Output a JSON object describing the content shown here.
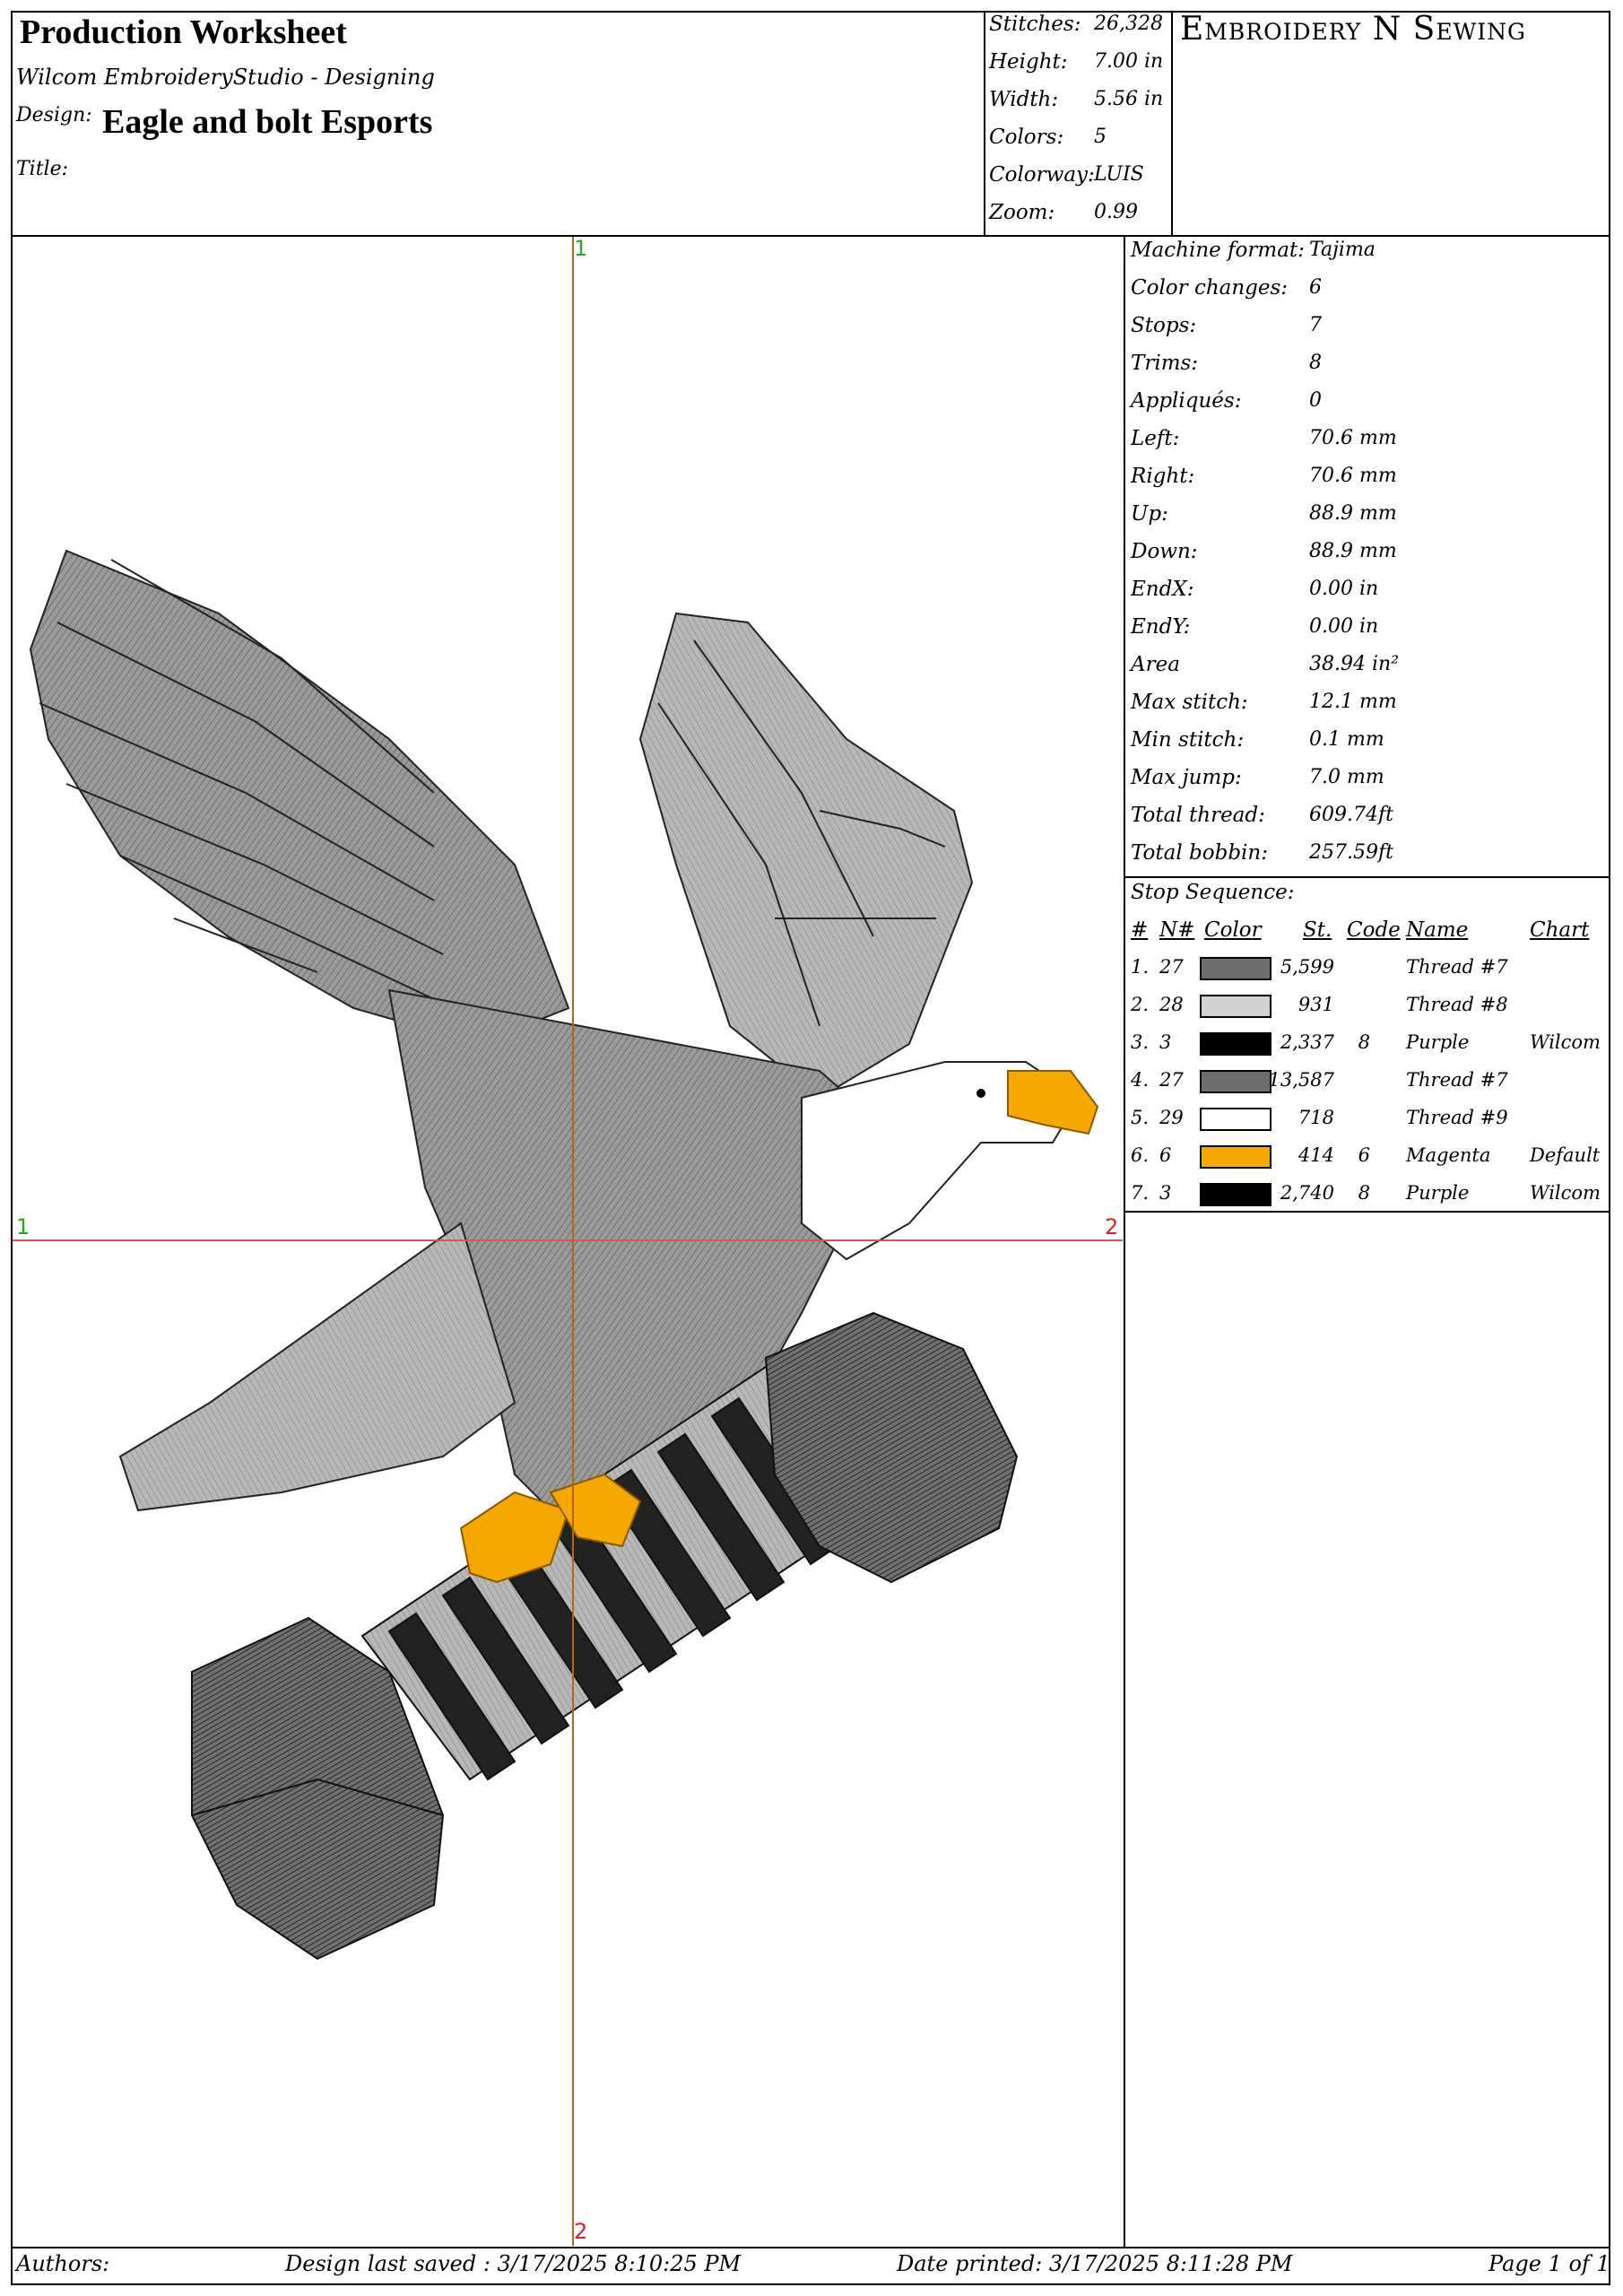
{
  "header": {
    "title": "Production Worksheet",
    "software": "Wilcom EmbroideryStudio - Designing",
    "design_label": "Design:",
    "design_name": "Eagle and bolt Esports",
    "title_label": "Title:",
    "title_value": ""
  },
  "brand": "Embroidery N Sewing",
  "summary": [
    {
      "label": "Stitches:",
      "value": "26,328"
    },
    {
      "label": "Height:",
      "value": "7.00  in"
    },
    {
      "label": "Width:",
      "value": "5.56  in"
    },
    {
      "label": "Colors:",
      "value": "5"
    },
    {
      "label": "Colorway:",
      "value": "LUIS"
    },
    {
      "label": "Zoom:",
      "value": "0.99"
    }
  ],
  "stats": [
    {
      "label": "Machine format:",
      "value": "Tajima"
    },
    {
      "label": "Color changes:",
      "value": "6"
    },
    {
      "label": "Stops:",
      "value": "7"
    },
    {
      "label": "Trims:",
      "value": "8"
    },
    {
      "label": "Appliqués:",
      "value": "0"
    },
    {
      "label": "Left:",
      "value": "70.6  mm"
    },
    {
      "label": "Right:",
      "value": "70.6  mm"
    },
    {
      "label": "Up:",
      "value": "88.9  mm"
    },
    {
      "label": "Down:",
      "value": "88.9  mm"
    },
    {
      "label": "EndX:",
      "value": "0.00  in"
    },
    {
      "label": "EndY:",
      "value": "0.00  in"
    },
    {
      "label": "Area",
      "value": "38.94  in²"
    },
    {
      "label": "Max stitch:",
      "value": "12.1  mm"
    },
    {
      "label": "Min stitch:",
      "value": "0.1  mm"
    },
    {
      "label": "Max jump:",
      "value": "7.0  mm"
    },
    {
      "label": "Total thread:",
      "value": "609.74ft"
    },
    {
      "label": "Total bobbin:",
      "value": "257.59ft"
    }
  ],
  "stop_sequence": {
    "title": "Stop Sequence:",
    "headers": {
      "num": "#",
      "n": "N#",
      "color": "Color",
      "st": "St.",
      "code": "Code",
      "name": "Name",
      "chart": "Chart"
    },
    "rows": [
      {
        "num": "1.",
        "n": "27",
        "color": "#6e6e6e",
        "st": "5,599",
        "code": "",
        "name": "Thread #7",
        "chart": ""
      },
      {
        "num": "2.",
        "n": "28",
        "color": "#d2d2d2",
        "st": "931",
        "code": "",
        "name": "Thread #8",
        "chart": ""
      },
      {
        "num": "3.",
        "n": "3",
        "color": "#000000",
        "st": "2,337",
        "code": "8",
        "name": "Purple",
        "chart": "Wilcom"
      },
      {
        "num": "4.",
        "n": "27",
        "color": "#6e6e6e",
        "st": "13,587",
        "code": "",
        "name": "Thread #7",
        "chart": ""
      },
      {
        "num": "5.",
        "n": "29",
        "color": "#ffffff",
        "st": "718",
        "code": "",
        "name": "Thread #9",
        "chart": ""
      },
      {
        "num": "6.",
        "n": "6",
        "color": "#f5a800",
        "st": "414",
        "code": "6",
        "name": "Magenta",
        "chart": "Default"
      },
      {
        "num": "7.",
        "n": "3",
        "color": "#000000",
        "st": "2,740",
        "code": "8",
        "name": "Purple",
        "chart": "Wilcom"
      }
    ]
  },
  "guides": {
    "v_top": "1",
    "v_bottom": "2",
    "h_left": "1",
    "h_right": "2"
  },
  "footer": {
    "authors": "Authors:",
    "saved": "Design last saved : 3/17/2025  8:10:25  PM",
    "printed": "Date printed: 3/17/2025  8:11:28  PM",
    "page": "Page 1 of 1"
  },
  "colors": {
    "guide_v": "#b5651d",
    "guide_h": "#d9534f",
    "guide_num_top": "#22aa22",
    "guide_num_bottom": "#dd2222",
    "beak": "#f5a800"
  }
}
